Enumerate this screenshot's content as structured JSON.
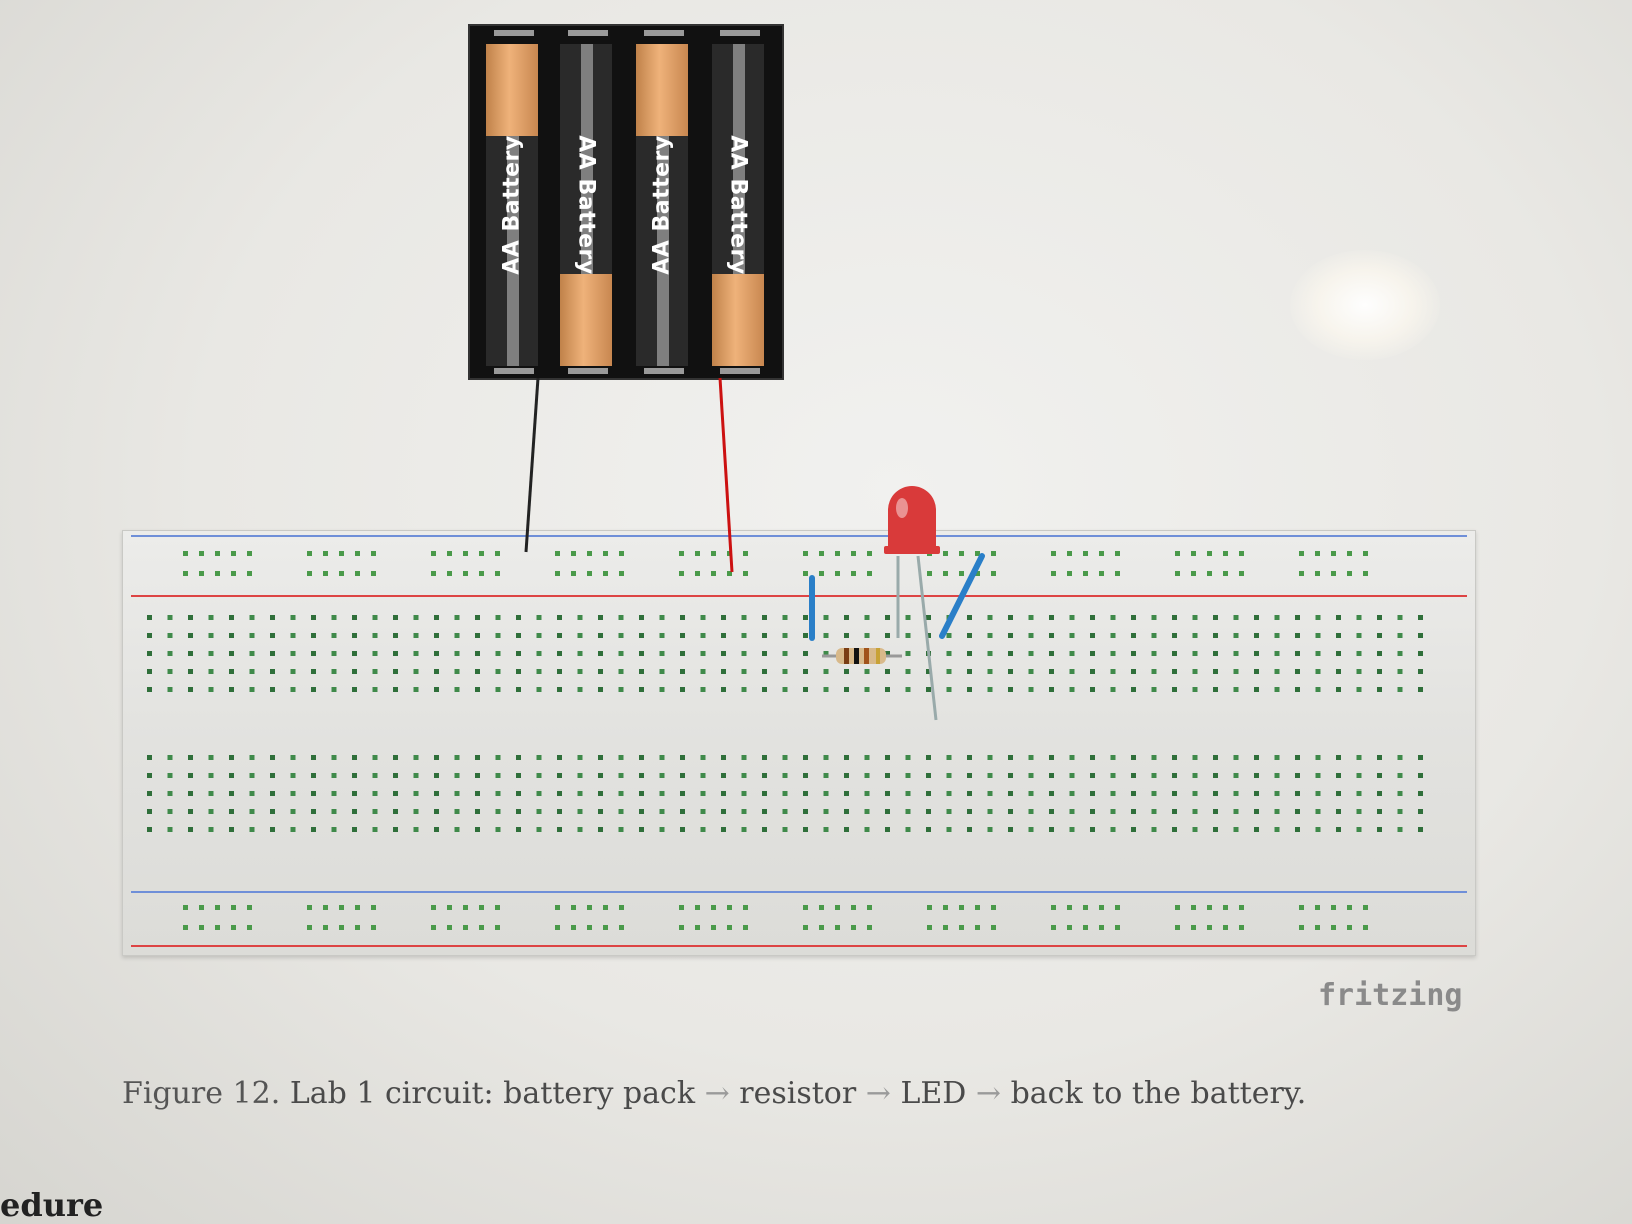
{
  "battery_pack": {
    "cells": [
      {
        "label": "AA Battery"
      },
      {
        "label": "AA Battery"
      },
      {
        "label": "AA Battery"
      },
      {
        "label": "AA Battery"
      }
    ]
  },
  "components": {
    "led_color": "#d93a3a",
    "wire_negative_color": "#222222",
    "wire_positive_color": "#cc1111",
    "jumper_color": "#2a7fc8"
  },
  "watermark": "fritzing",
  "caption": {
    "figure": "Figure 12.",
    "lead": "Lab 1 circuit:",
    "step1": "battery pack",
    "arrow": "→",
    "step2": "resistor",
    "step3": "LED",
    "step4": "back to the battery."
  },
  "page_fragment": "edure"
}
